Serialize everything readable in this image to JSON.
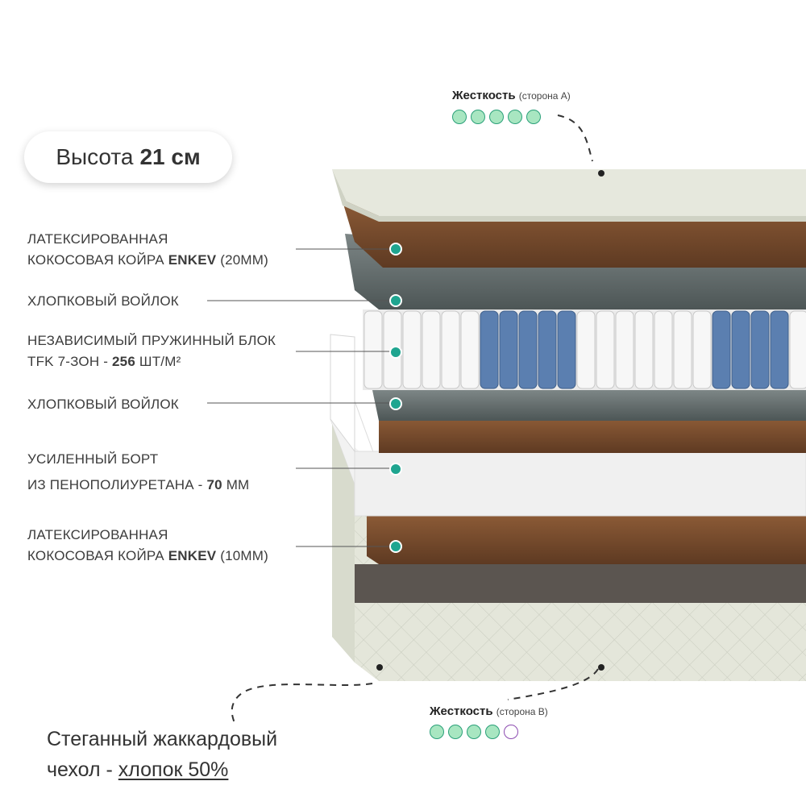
{
  "height_badge": {
    "label": "Высота",
    "value": "21 см"
  },
  "hardness_a": {
    "title": "Жесткость",
    "side": "(сторона А)",
    "level": 5,
    "max": 5
  },
  "hardness_b": {
    "title": "Жесткость",
    "side": "(сторона В)",
    "level": 4,
    "max": 5
  },
  "layers": [
    {
      "line1": "ЛАТЕКСИРОВАННАЯ",
      "line2_prefix": "КОКОСОВАЯ КОЙРА ",
      "line2_bold": "ENKEV",
      "line2_suffix": " (20ММ)"
    },
    {
      "line1": "ХЛОПКОВЫЙ ВОЙЛОК"
    },
    {
      "line1": "НЕЗАВИСИМЫЙ ПРУЖИННЫЙ БЛОК",
      "line2_prefix": "TFK 7-ЗОН - ",
      "line2_bold": "256",
      "line2_suffix": " ШТ/М²"
    },
    {
      "line1": "ХЛОПКОВЫЙ ВОЙЛОК"
    },
    {
      "line1": "УСИЛЕННЫЙ БОРТ",
      "line2_prefix": "ИЗ ПЕНОПОЛИУРЕТАНА - ",
      "line2_bold": "70",
      "line2_suffix": " ММ"
    },
    {
      "line1": "ЛАТЕКСИРОВАННАЯ",
      "line2_prefix": "КОКОСОВАЯ КОЙРА ",
      "line2_bold": "ENKEV",
      "line2_suffix": " (10ММ)"
    }
  ],
  "cover": {
    "line1": "Стеганный жаккардовый",
    "line2_prefix": "чехол - ",
    "line2_link": "хлопок 50%"
  },
  "colors": {
    "accent_teal": "#1fa590",
    "dot_fill": "#a8e6c1",
    "dot_border": "#2aa079",
    "dot_empty_border": "#8c4bb0",
    "coir": "#7a4a2a",
    "felt": "#5d6a6a",
    "spring_blue": "#5b7fb0",
    "cover": "#e6e8dd"
  }
}
